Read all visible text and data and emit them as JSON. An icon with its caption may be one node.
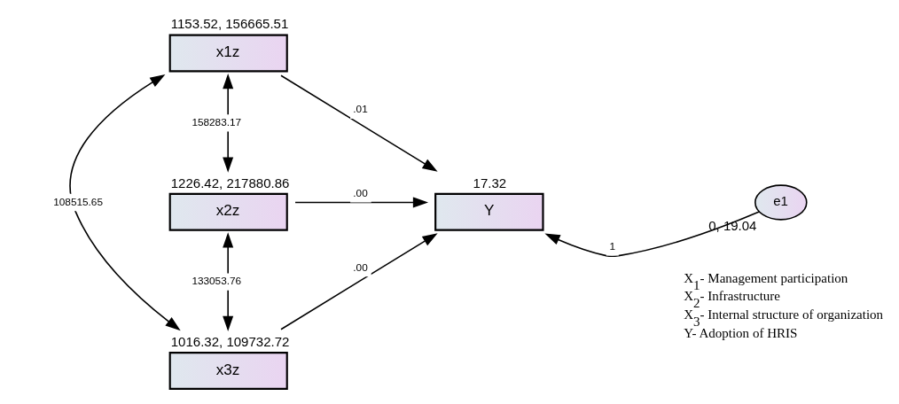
{
  "diagram": {
    "nodes": [
      {
        "text": [
          "x1z"
        ],
        "beside": [
          "1153.52, 156665.51"
        ]
      },
      {
        "text": [
          "x2z"
        ],
        "beside": [
          "1226.42, 217880.86"
        ]
      },
      {
        "text": [
          "x3z"
        ],
        "beside": [
          "1016.32, 109732.72"
        ]
      },
      {
        "text": [
          "Y"
        ],
        "beside": [
          "17.32"
        ]
      },
      {
        "text": [
          "e1"
        ],
        "beside": [
          "0, 19.04"
        ]
      }
    ],
    "edges": [
      {
        "from": 0,
        "to": 3,
        "arrow": "to",
        "label": ".01"
      },
      {
        "from": 1,
        "to": 3,
        "arrow": "to",
        "label": ".00"
      },
      {
        "from": 2,
        "to": 3,
        "arrow": "to",
        "label": ".00"
      },
      {
        "from": 4,
        "to": 3,
        "arrow": "to",
        "label": "1"
      },
      {
        "from": 0,
        "to": 1,
        "arrow": "both",
        "label": "158283.17"
      },
      {
        "from": 1,
        "to": 2,
        "arrow": "both",
        "label": "133053.76"
      },
      {
        "from": 0,
        "to": 2,
        "arrow": "both",
        "label": "108515.65"
      }
    ],
    "labels": [
      "X$_{1}$- Management participation",
      "X$_{2}$- Infrastructure",
      "X$_{3}$- Internal structure of organization",
      "Y- Adoption of HRIS"
    ]
  }
}
